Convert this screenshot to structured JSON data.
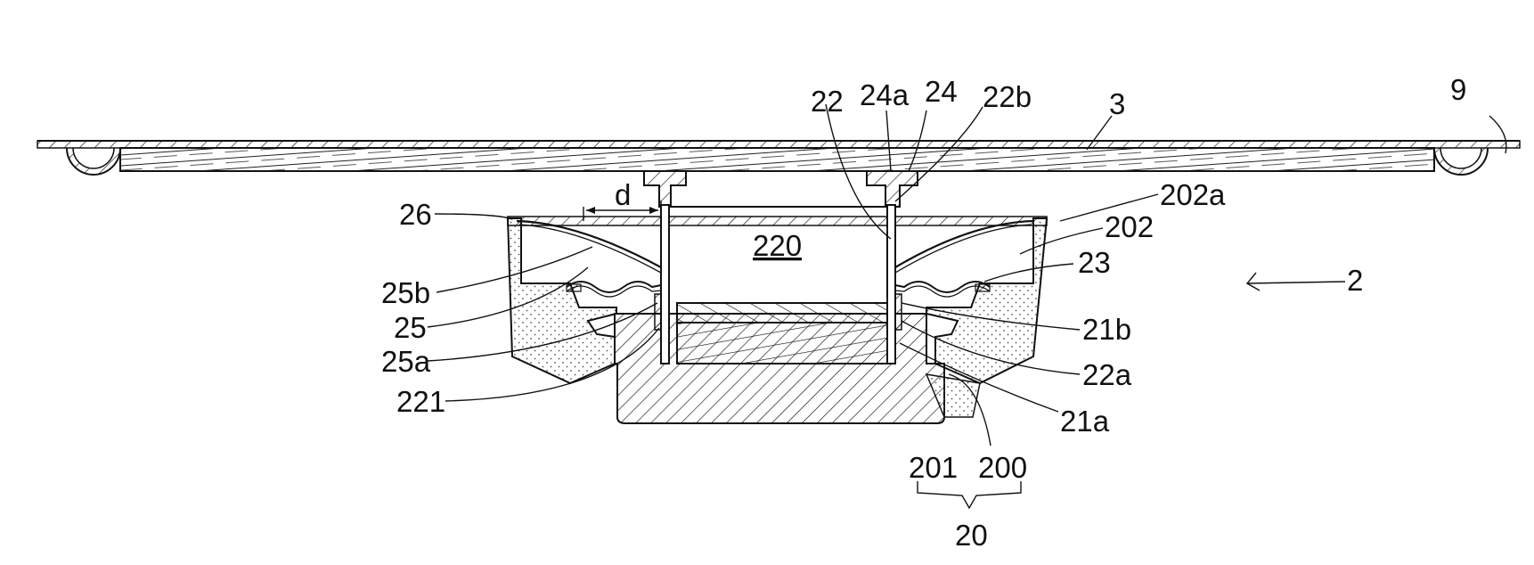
{
  "diagram": {
    "labels": {
      "l22": "22",
      "l24a": "24a",
      "l24": "24",
      "l22b": "22b",
      "l3": "3",
      "l9": "9",
      "l26": "26",
      "ld": "d",
      "l202a": "202a",
      "l202": "202",
      "l220": "220",
      "l23": "23",
      "l2": "2",
      "l25b": "25b",
      "l21b": "21b",
      "l25": "25",
      "l25a": "25a",
      "l22a": "22a",
      "l221": "221",
      "l21a": "21a",
      "l201": "201",
      "l200": "200",
      "l20": "20"
    },
    "colors": {
      "line": "#111111",
      "background": "#ffffff",
      "stipple": "#555555"
    }
  }
}
